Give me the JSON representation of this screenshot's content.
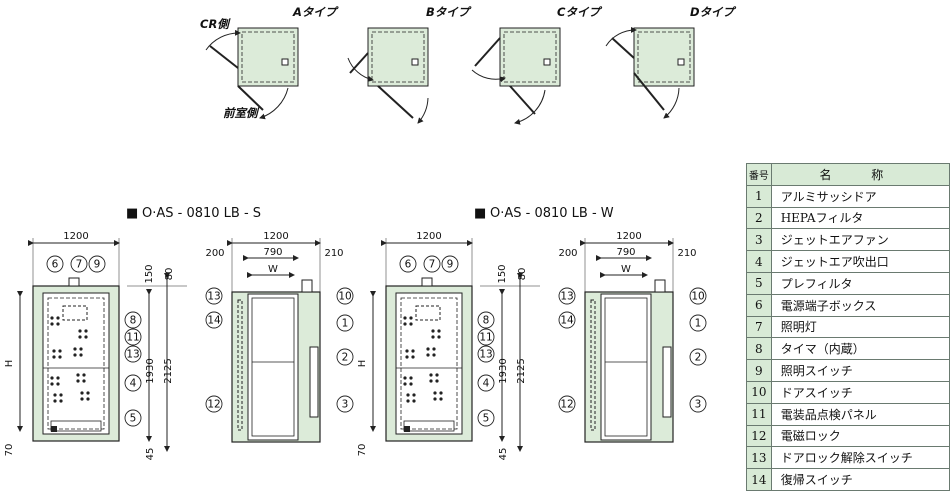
{
  "door_types": {
    "cr_side": "CR側",
    "ante_side": "前室側",
    "types": [
      "Aタイプ",
      "Bタイプ",
      "Cタイプ",
      "Dタイプ"
    ]
  },
  "models": [
    {
      "bullet": "■",
      "name": "O·AS - 0810 LB - S"
    },
    {
      "bullet": "■",
      "name": "O·AS - 0810 LB - W"
    }
  ],
  "dimensions": {
    "front_width": "1200",
    "side_width": "1200",
    "door_width": "790",
    "side_left": "200",
    "side_right": "210",
    "inner_w": "W",
    "top_150": "150",
    "top_80": "80",
    "h_1930": "1930",
    "h_2125": "2125",
    "inner_h": "H",
    "bottom_70": "70",
    "bottom_45": "45"
  },
  "callouts": {
    "front": [
      "6",
      "7",
      "9",
      "8",
      "11",
      "13",
      "4",
      "5"
    ],
    "side": [
      "13",
      "14",
      "12",
      "10",
      "1",
      "2",
      "3"
    ]
  },
  "parts_table": {
    "header_no": "番号",
    "header_name": "名 称",
    "rows": [
      {
        "no": "1",
        "name": "アルミサッシドア"
      },
      {
        "no": "2",
        "name": "HEPAフィルタ"
      },
      {
        "no": "3",
        "name": "ジェットエアファン"
      },
      {
        "no": "4",
        "name": "ジェットエア吹出口"
      },
      {
        "no": "5",
        "name": "プレフィルタ"
      },
      {
        "no": "6",
        "name": "電源端子ボックス"
      },
      {
        "no": "7",
        "name": "照明灯"
      },
      {
        "no": "8",
        "name": "タイマ（内蔵）"
      },
      {
        "no": "9",
        "name": "照明スイッチ"
      },
      {
        "no": "10",
        "name": "ドアスイッチ"
      },
      {
        "no": "11",
        "name": "電装品点検パネル"
      },
      {
        "no": "12",
        "name": "電磁ロック"
      },
      {
        "no": "13",
        "name": "ドアロック解除スイッチ"
      },
      {
        "no": "14",
        "name": "復帰スイッチ"
      }
    ]
  },
  "colors": {
    "panel_fill": "#dcebd9",
    "line": "#222222",
    "table_head": "#d8ead6"
  }
}
